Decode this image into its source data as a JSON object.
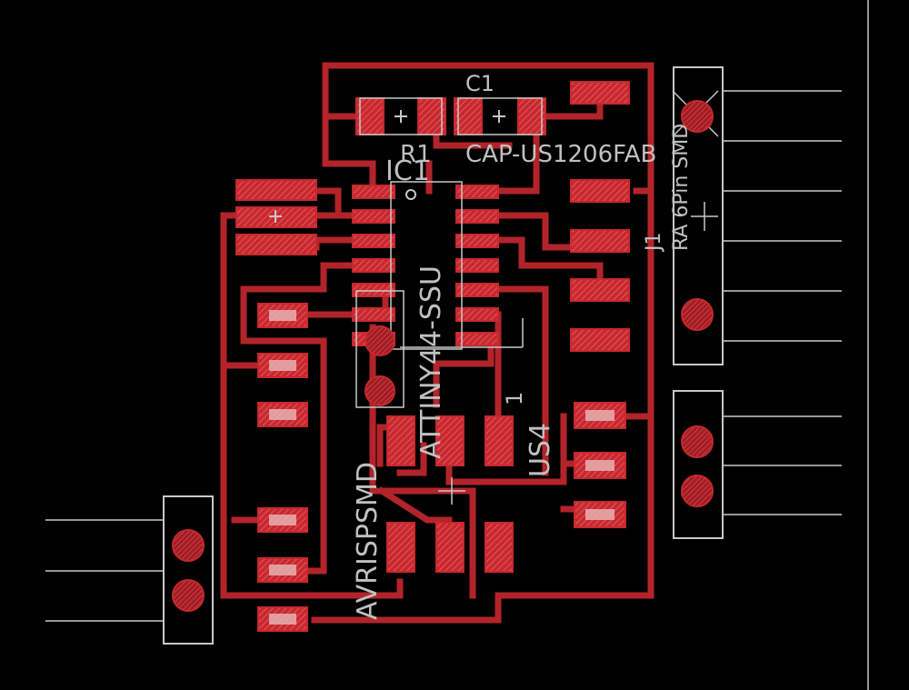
{
  "colors": {
    "background": "#000000",
    "copper": "#b3242a",
    "silkscreen": "#c8c8c8"
  },
  "labels": {
    "c1_name": "C1",
    "r1_name": "R1",
    "c1_value": "CAP-US1206FAB",
    "ic1_name": "IC1",
    "ic1_value": "ATTINY44-SSU",
    "us4_value": "US4",
    "us4_pin1": "1",
    "j1_name": "J1",
    "j1_value": "RA 6Pin SMD",
    "avrisp_value": "AVRISPSMD"
  }
}
